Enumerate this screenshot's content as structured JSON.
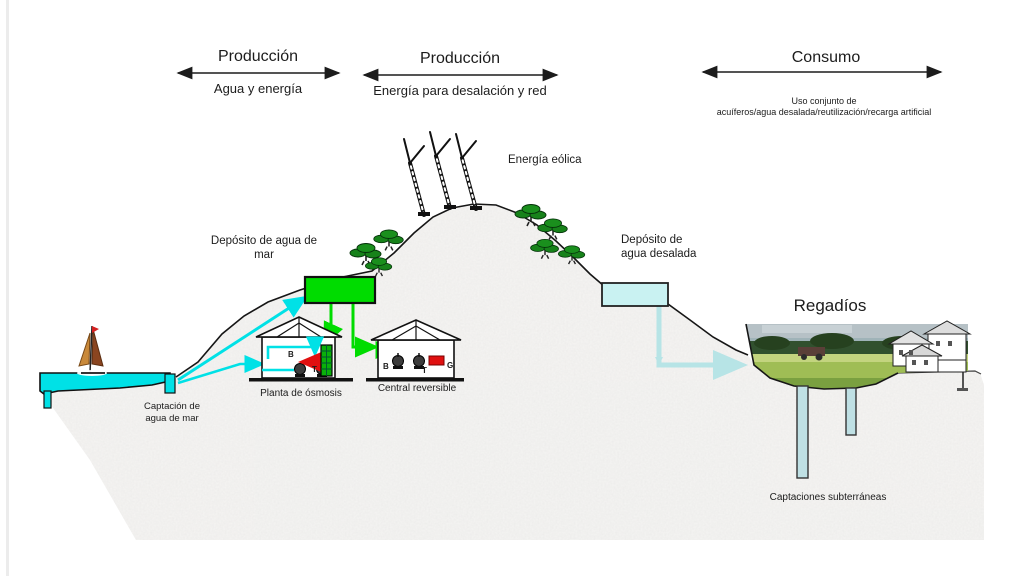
{
  "header": {
    "sections": [
      {
        "title": "Producción",
        "subtitle": "Agua y energía"
      },
      {
        "title": "Producción",
        "subtitle": "Energía para desalación y red"
      },
      {
        "title": "Consumo",
        "subtitle": "Uso conjunto de",
        "subtitle2": "acuíferos/agua desalada/reutilización/recarga artificial"
      }
    ]
  },
  "diagram": {
    "wind_label": "Energía eólica",
    "sea_deposit_label_line1": "Depósito de agua de",
    "sea_deposit_label_line2": "mar",
    "desal_deposit_label_line1": "Depósito de",
    "desal_deposit_label_line2": "agua desalada",
    "irrigation_label": "Regadíos",
    "osmosis_label": "Planta de ósmosis",
    "reversible_label": "Central reversible",
    "intake_label_line1": "Captación de",
    "intake_label_line2": "agua de mar",
    "wells_label": "Captaciones subterráneas",
    "osmosis_letters": {
      "b": "B",
      "t": "T"
    },
    "reversible_letters": {
      "b": "B",
      "t": "T",
      "g": "G"
    }
  },
  "colors": {
    "seawater_deposit": "#00dc00",
    "desalinated_deposit": "#c9f2f2",
    "sea": "#00e1e6",
    "seawater_line": "#00e1e6",
    "energy_line": "#00dc00",
    "fresh_pipe": "#b7e4e6",
    "tree_green": "#17821a",
    "red_accent": "#e01010"
  }
}
